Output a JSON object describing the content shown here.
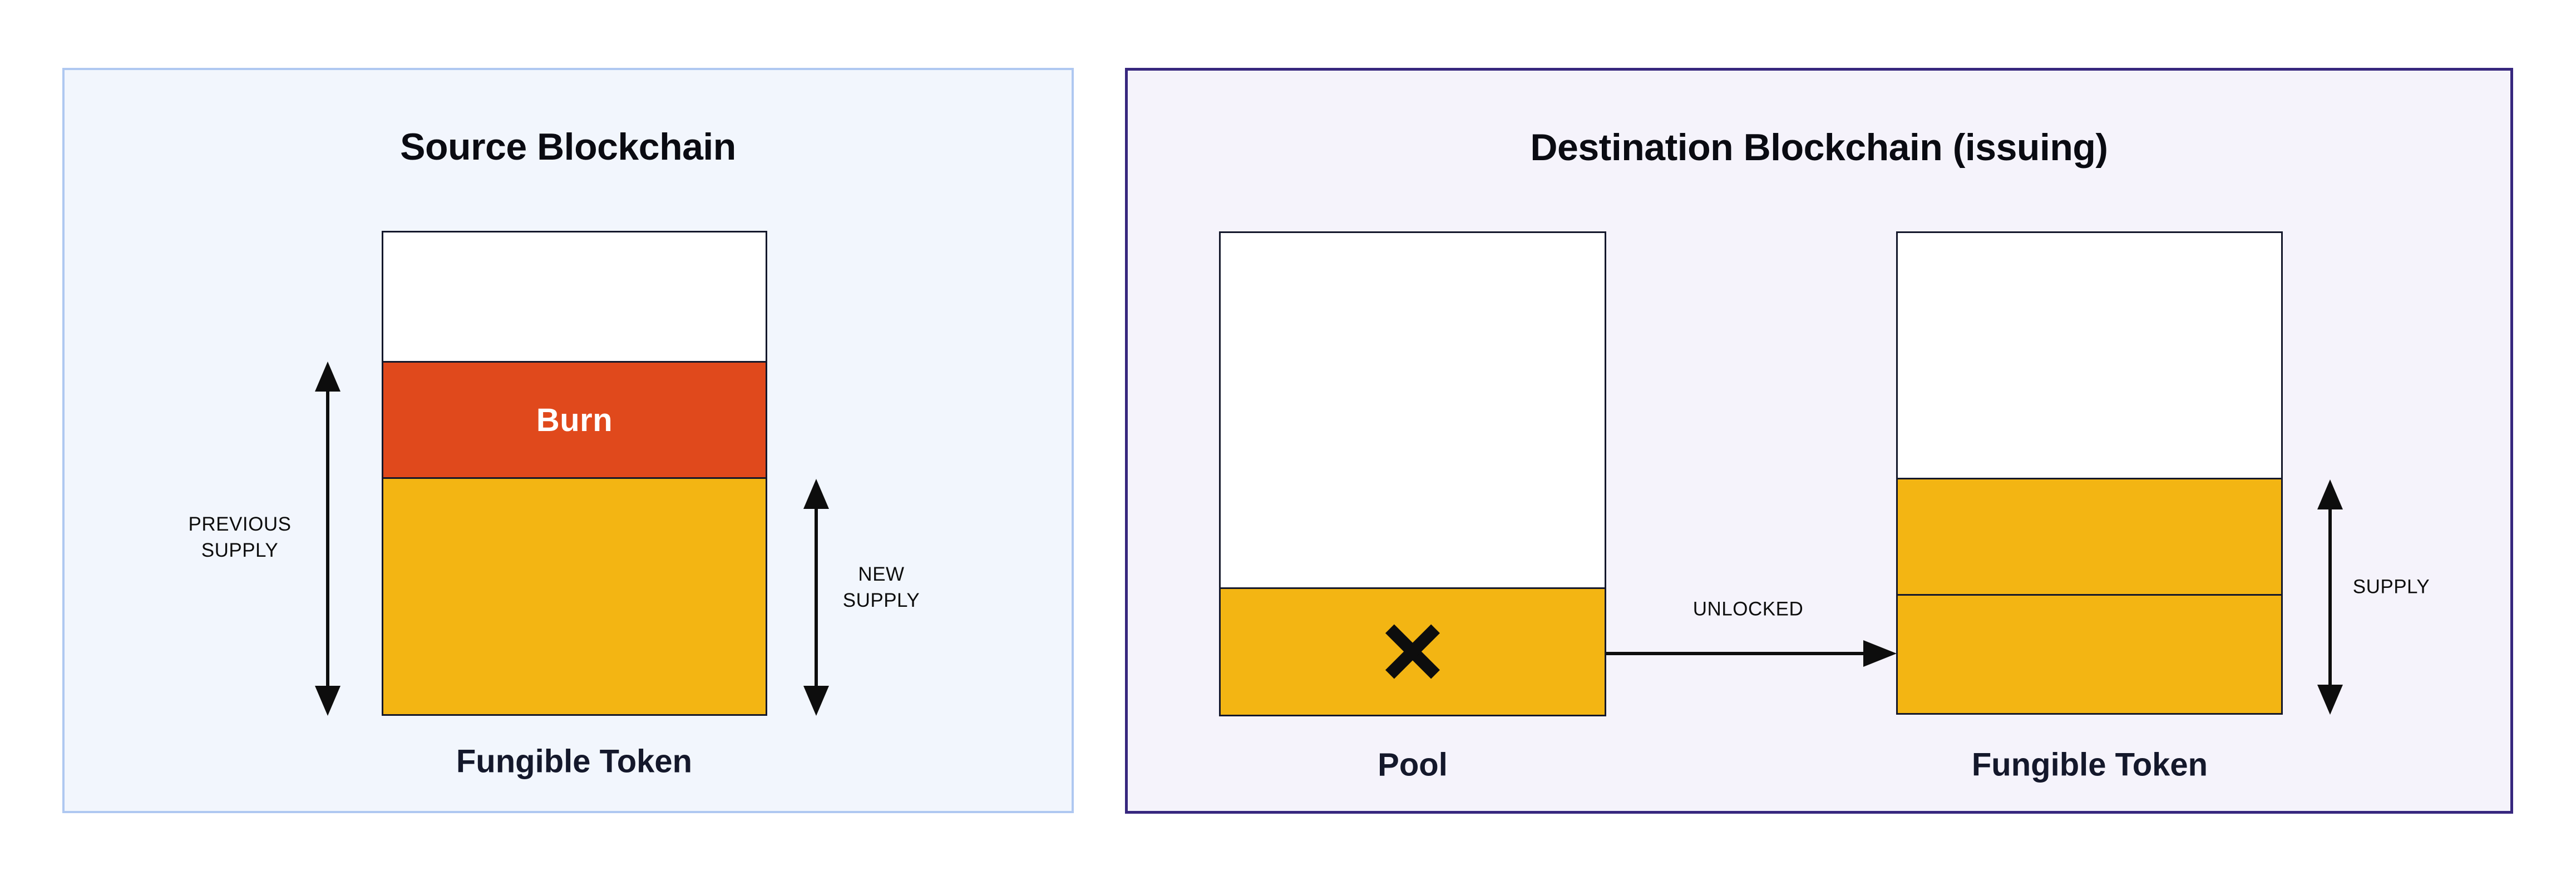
{
  "source_panel": {
    "title": "Source Blockchain",
    "token_label": "Fungible Token",
    "burn_label": "Burn",
    "previous_supply_label": "PREVIOUS\nSUPPLY",
    "new_supply_label": "NEW\nSUPPLY"
  },
  "dest_panel": {
    "title": "Destination Blockchain (issuing)",
    "pool_label": "Pool",
    "token_label": "Fungible Token",
    "unlocked_label": "UNLOCKED",
    "supply_label": "SUPPLY"
  },
  "bars": {
    "source_token": {
      "empty_pct": 27,
      "burn_pct": 24.2,
      "supply_pct": 48.8
    },
    "pool": {
      "empty_pct": 73.9,
      "locked_pct": 26.1
    },
    "dest_token": {
      "empty_pct": 51.3,
      "upper_pct": 24.3,
      "lower_pct": 24.4
    }
  },
  "colors": {
    "amber": "#F3B513",
    "burn_orange": "#E0491C",
    "ink": "#14182B",
    "arrow_black": "#0D0D0D",
    "title_color": "#0A0B12",
    "label_color": "#14182B",
    "source_panel_bg": "#F2F6FD",
    "source_panel_border": "#AFC8F1",
    "dest_panel_bg": "#F5F3FB",
    "dest_panel_border": "#37277E",
    "page_bg": "#FFFFFF"
  }
}
